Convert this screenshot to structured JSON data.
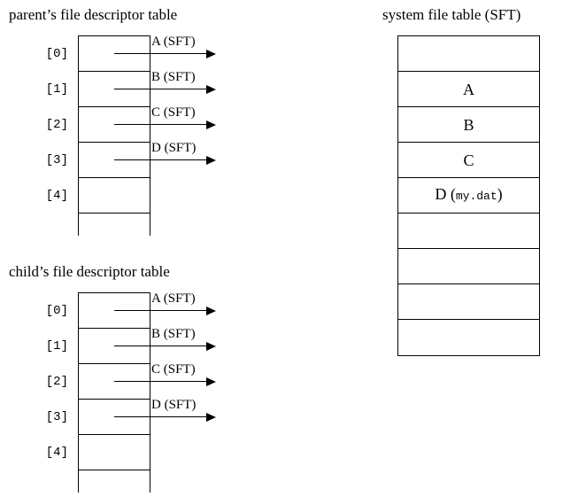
{
  "titles": {
    "parent": "parent’s file descriptor table",
    "child": "child’s file descriptor table",
    "sft": "system file table (SFT)"
  },
  "colors": {
    "stroke": "#000000",
    "background": "#ffffff"
  },
  "parent_table": {
    "rows": [
      {
        "index": "[0]",
        "pointer_label": "A (SFT)",
        "has_pointer": true
      },
      {
        "index": "[1]",
        "pointer_label": "B (SFT)",
        "has_pointer": true
      },
      {
        "index": "[2]",
        "pointer_label": "C (SFT)",
        "has_pointer": true
      },
      {
        "index": "[3]",
        "pointer_label": "D (SFT)",
        "has_pointer": true
      },
      {
        "index": "[4]",
        "pointer_label": "",
        "has_pointer": false
      },
      {
        "index": "",
        "pointer_label": "",
        "has_pointer": false
      }
    ]
  },
  "child_table": {
    "rows": [
      {
        "index": "[0]",
        "pointer_label": "A (SFT)",
        "has_pointer": true
      },
      {
        "index": "[1]",
        "pointer_label": "B (SFT)",
        "has_pointer": true
      },
      {
        "index": "[2]",
        "pointer_label": "C (SFT)",
        "has_pointer": true
      },
      {
        "index": "[3]",
        "pointer_label": "D (SFT)",
        "has_pointer": true
      },
      {
        "index": "[4]",
        "pointer_label": "",
        "has_pointer": false
      },
      {
        "index": "",
        "pointer_label": "",
        "has_pointer": false
      }
    ]
  },
  "sft_table": {
    "rows": [
      {
        "label": "",
        "filename": ""
      },
      {
        "label": "A",
        "filename": ""
      },
      {
        "label": "B",
        "filename": ""
      },
      {
        "label": "C",
        "filename": ""
      },
      {
        "label": "D",
        "filename": "my.dat"
      },
      {
        "label": "",
        "filename": ""
      },
      {
        "label": "",
        "filename": ""
      },
      {
        "label": "",
        "filename": ""
      },
      {
        "label": "",
        "filename": ""
      }
    ]
  }
}
